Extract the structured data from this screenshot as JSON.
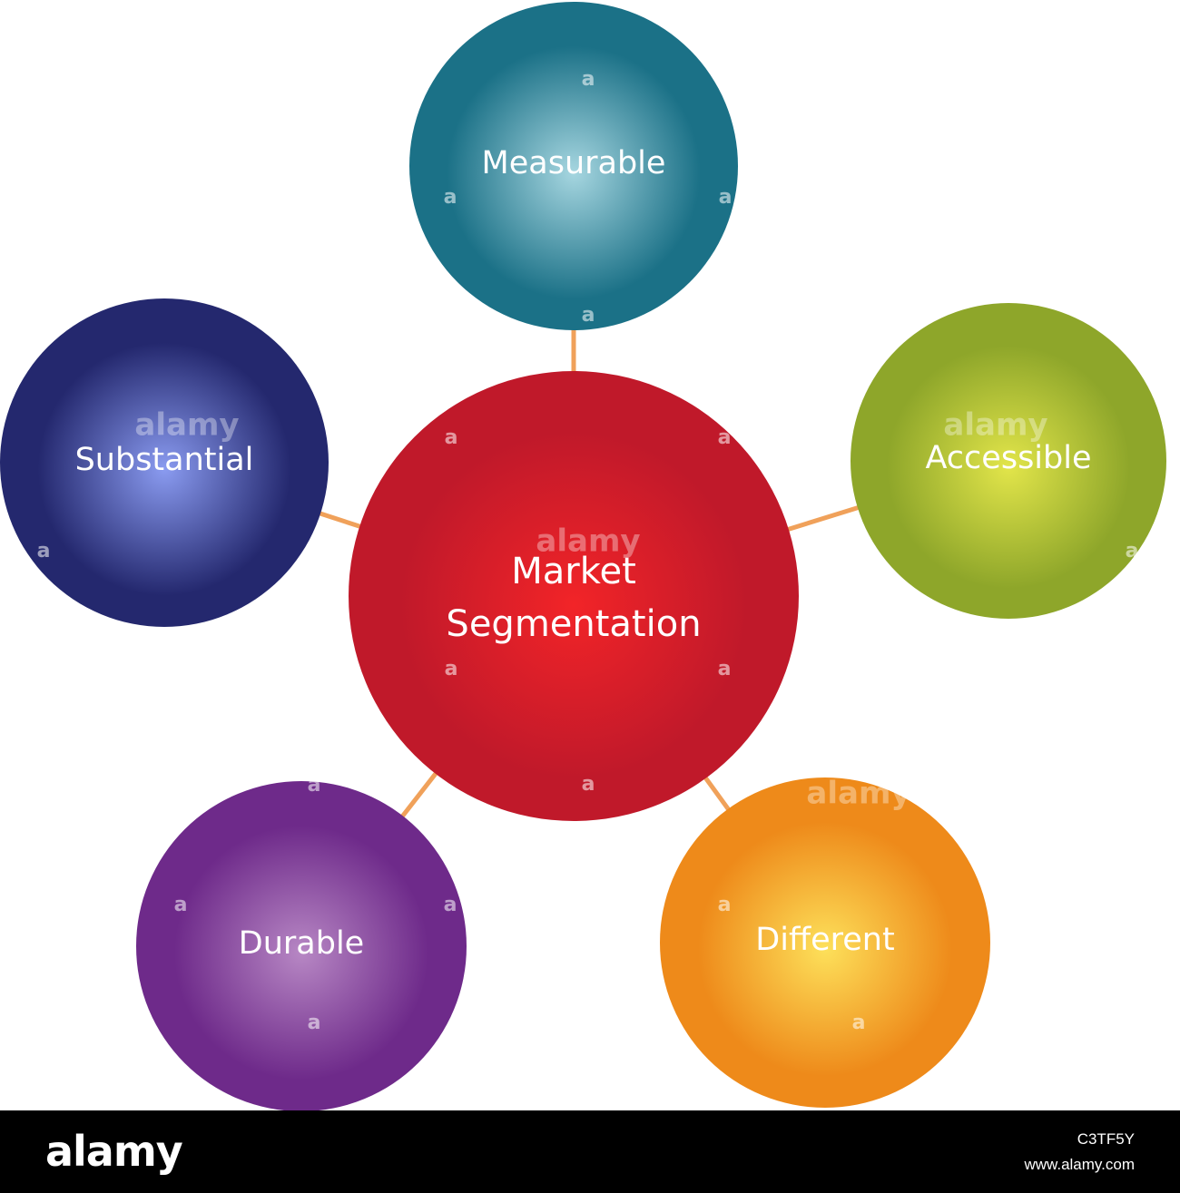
{
  "diagram": {
    "center": {
      "id": "center",
      "label_lines": [
        "Market",
        "Segmentation"
      ],
      "color": "#c0192a",
      "highlight": "#f22428"
    },
    "nodes": [
      {
        "id": "measurable",
        "label": "Measurable",
        "color": "#1b7187",
        "highlight": "#a6d6e0"
      },
      {
        "id": "accessible",
        "label": "Accessible",
        "color": "#8ea62a",
        "highlight": "#e2e54a"
      },
      {
        "id": "different",
        "label": "Different",
        "color": "#ee8a1a",
        "highlight": "#fde05a"
      },
      {
        "id": "durable",
        "label": "Durable",
        "color": "#6e2a8a",
        "highlight": "#b787c4"
      },
      {
        "id": "substantial",
        "label": "Substantial",
        "color": "#24286e",
        "highlight": "#8a9bf0"
      }
    ],
    "connector_color": "#f0a15a"
  },
  "watermark": {
    "word": "alamy",
    "letter": "a"
  },
  "footer": {
    "logo": "alamy",
    "image_code": "C3TF5Y",
    "url": "www.alamy.com"
  }
}
